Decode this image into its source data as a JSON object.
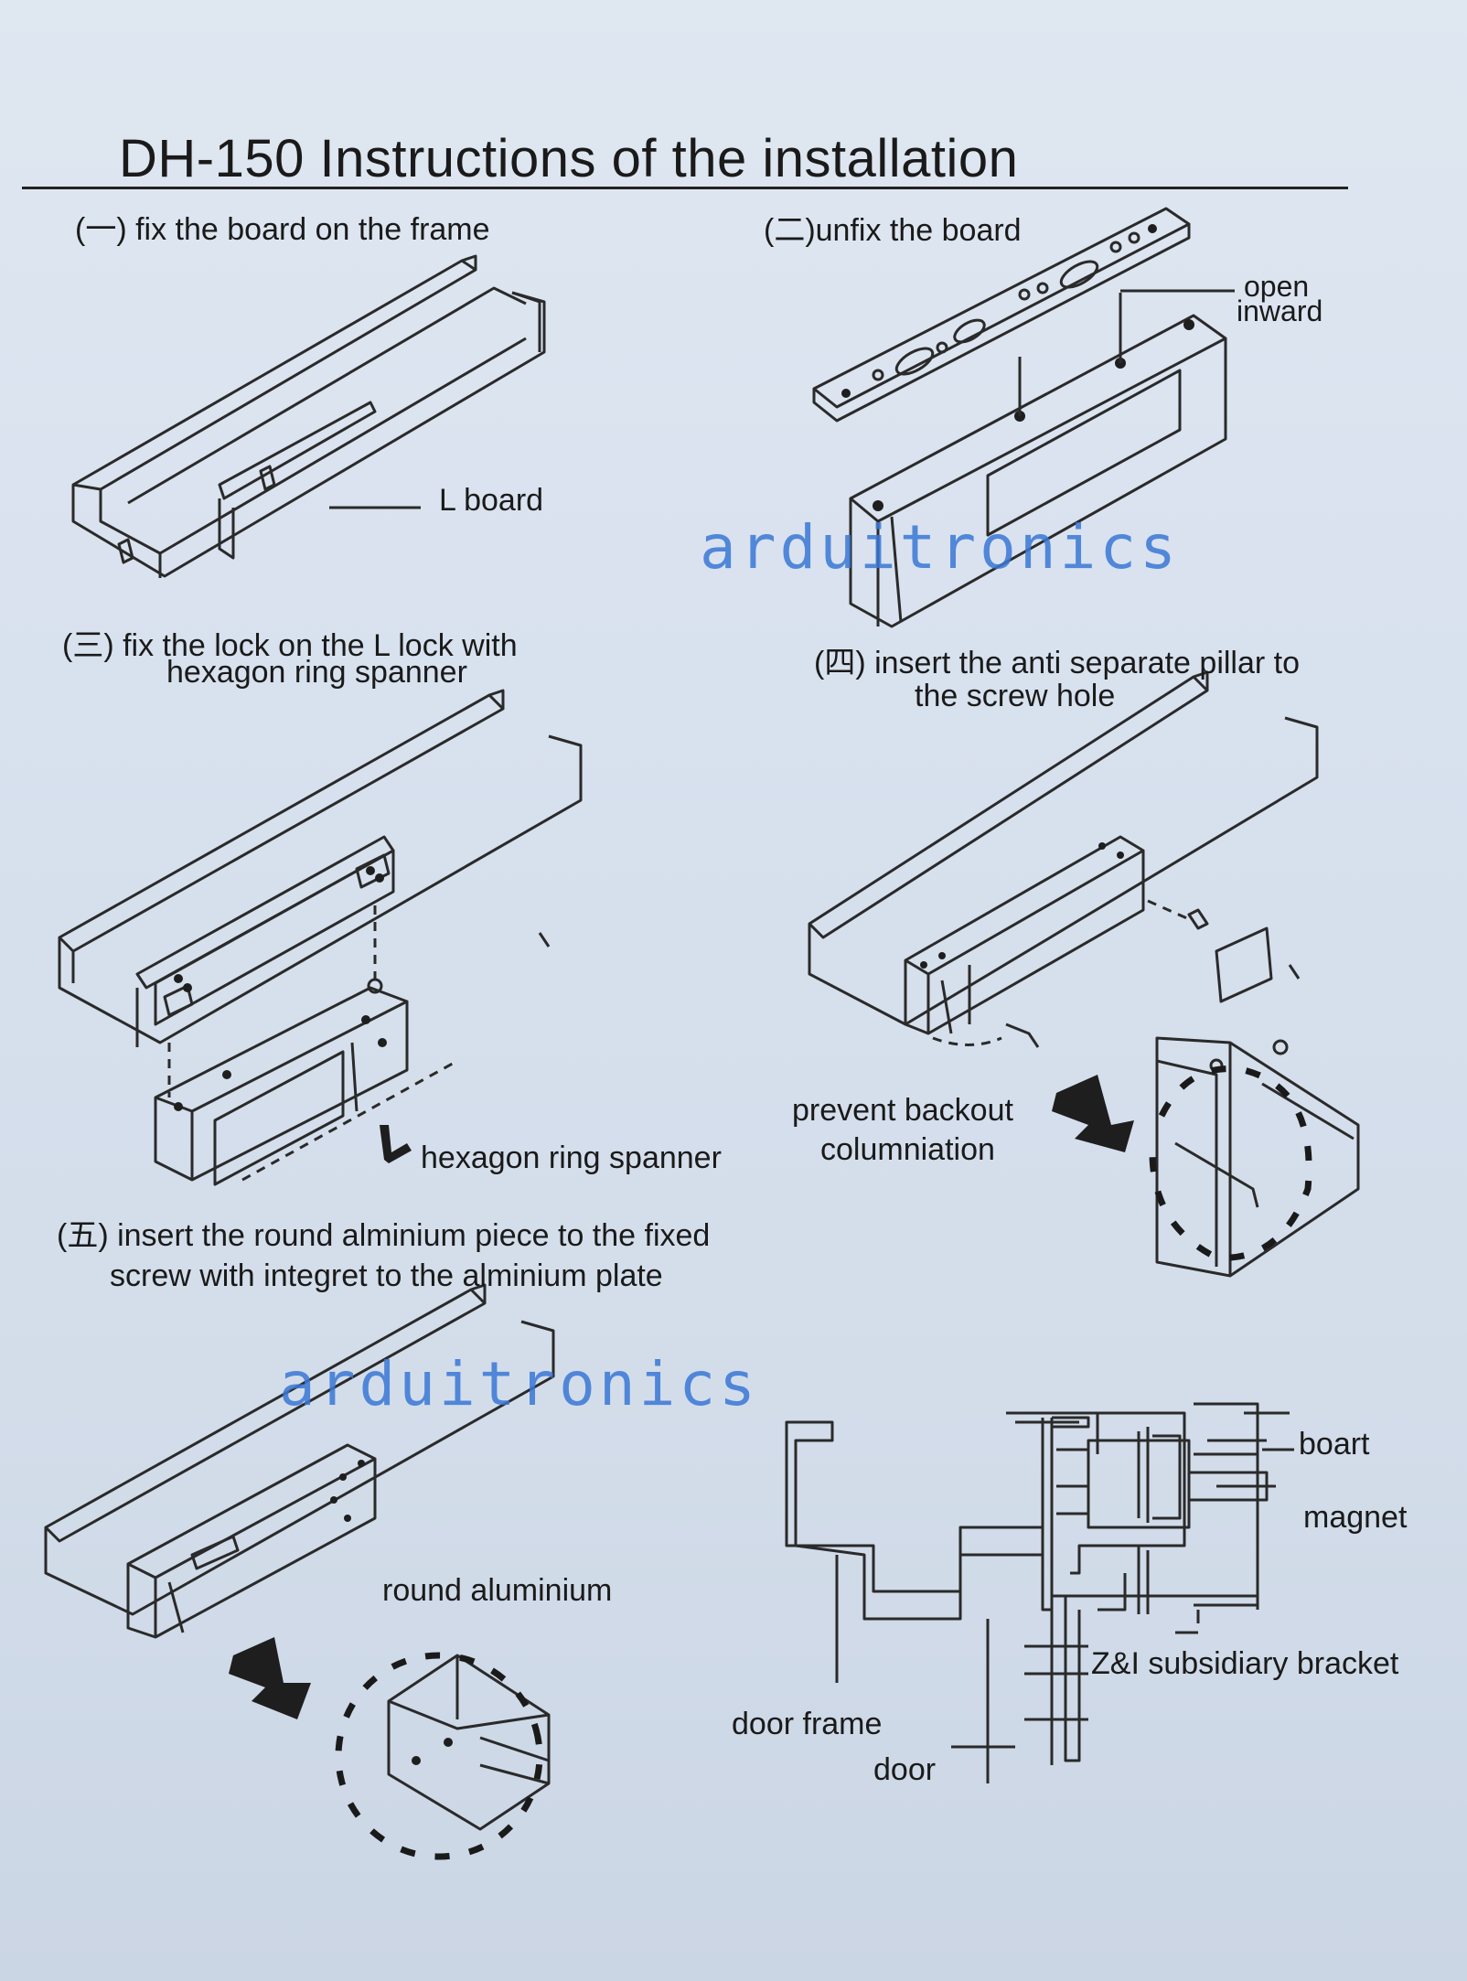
{
  "title": "DH-150 Instructions of the installation",
  "steps": {
    "s1": "(一) fix the board on the frame",
    "s2": "(二)unfix the board",
    "s3_line1": "(三) fix the  lock on the  L  lock with",
    "s3_line2": "hexagon ring spanner",
    "s4_line1": "(四)  insert the anti separate pillar to",
    "s4_line2": "the screw hole",
    "s5_line1": "(五) insert the round alminium piece to the fixed",
    "s5_line2": "screw with integret to the alminium plate"
  },
  "labels": {
    "l_board": "L board",
    "open": "open",
    "inward": "inward",
    "hex_spanner": "hexagon ring spanner",
    "prevent_1": "prevent backout",
    "prevent_2": "columniation",
    "round_aluminium": "round aluminium",
    "boart": "boart",
    "magnet": "magnet",
    "bracket": "Z&I subsidiary bracket",
    "door_frame": "door  frame",
    "door": "door"
  },
  "watermark": "arduitronics",
  "colors": {
    "watermark": "#3a78d6",
    "paper": "#dbe3ee",
    "ink": "#1a1a1a"
  },
  "icons": [
    "arrow-icon",
    "spanner-icon"
  ]
}
